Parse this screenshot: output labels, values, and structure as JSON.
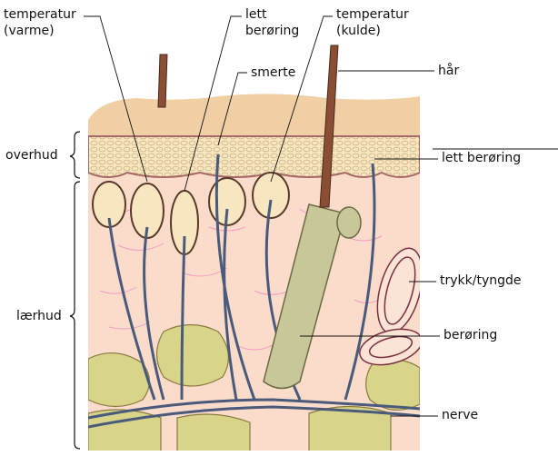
{
  "title": "Hudens sanser",
  "labels": {
    "temp_warm_1": "temperatur",
    "temp_warm_2": "(varme)",
    "light_touch_top_1": "lett",
    "light_touch_top_2": "berøring",
    "temp_cold_1": "temperatur",
    "temp_cold_2": "(kulde)",
    "pain": "smerte",
    "hair": "hår",
    "epidermis": "overhud",
    "light_touch_right": "lett berøring",
    "dermis": "lærhud",
    "pressure": "trykk/tyngde",
    "touch": "berøring",
    "nerve": "nerve"
  },
  "colors": {
    "surface": "#f1cfa4",
    "epidermis": "#f7e6c0",
    "dermis": "#fbdccb",
    "fat": "#d8d48a",
    "follicle": "#c8c79a",
    "hair": "#8a4e35",
    "nerve": "#4a5a7a",
    "fibers": "#f08cc0"
  }
}
